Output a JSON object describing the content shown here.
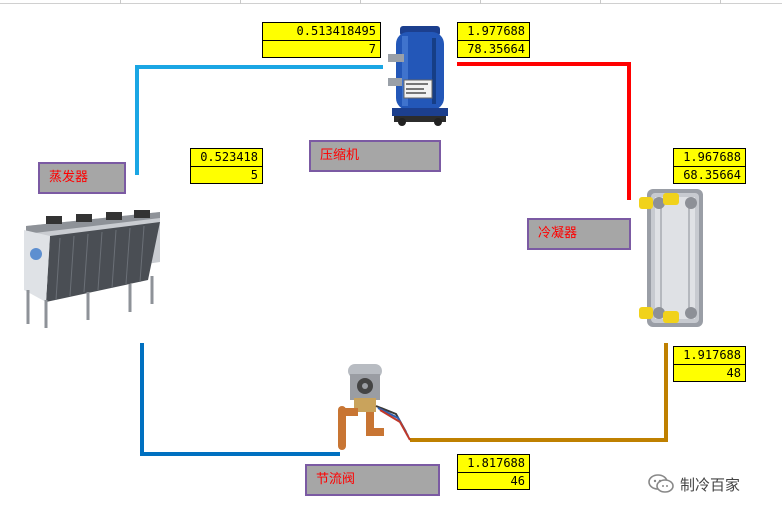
{
  "diagram": {
    "labels": {
      "compressor": "压缩机",
      "condenser": "冷凝器",
      "expansion_valve": "节流阀",
      "evaporator": "蒸发器"
    },
    "values": {
      "compressor_inlet": [
        "0.513418495",
        "7"
      ],
      "compressor_outlet": [
        "1.977688",
        "78.35664"
      ],
      "condenser_inlet": [
        "1.967688",
        "68.35664"
      ],
      "condenser_outlet": [
        "1.917688",
        "48"
      ],
      "valve_inlet": [
        "1.817688",
        "46"
      ],
      "evaporator_outlet": [
        "0.523418",
        "5"
      ]
    },
    "pipe_colors": {
      "suction": "#1aa6e4",
      "discharge": "#ff0000",
      "liquid": "#bf8000",
      "low_side": "#0070c0"
    }
  },
  "watermark": {
    "text": "制冷百家",
    "icon": "wechat-icon"
  }
}
